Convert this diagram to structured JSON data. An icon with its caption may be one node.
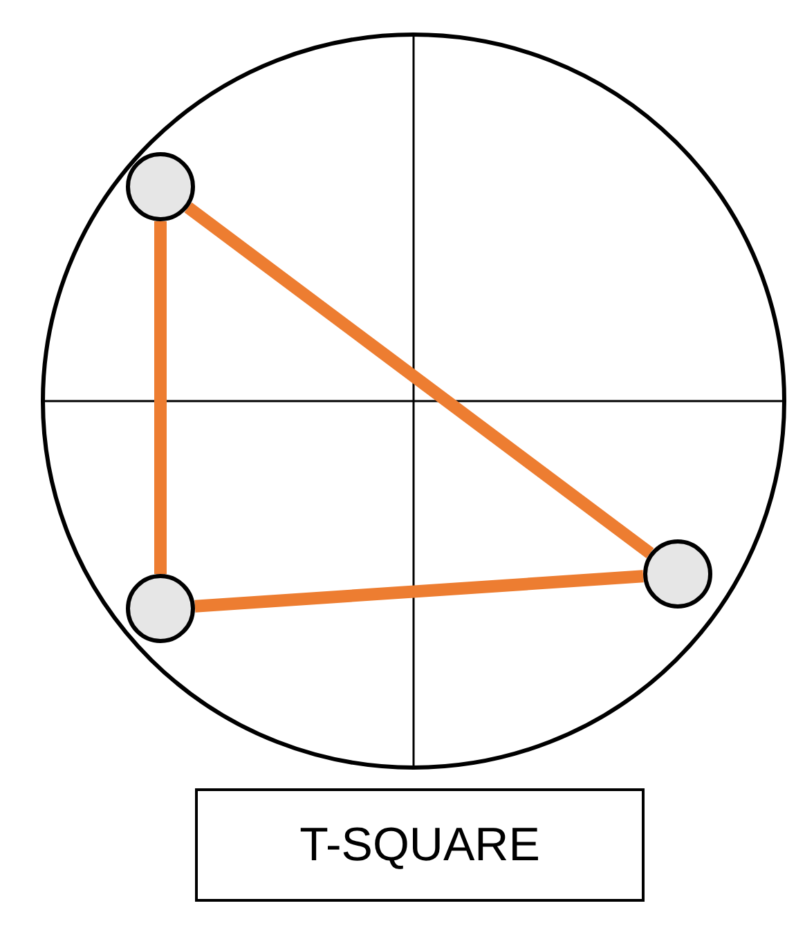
{
  "diagram": {
    "nodes": [
      {
        "text": [],
        "shape": "circle"
      },
      {
        "text": [],
        "shape": "circle"
      },
      {
        "text": [],
        "shape": "circle"
      },
      {
        "text": [
          "T-SQUARE"
        ]
      }
    ],
    "edges": [
      {
        "from": 0,
        "to": 2,
        "arrow": "none"
      },
      {
        "from": 0,
        "to": 1,
        "arrow": "none"
      },
      {
        "from": 1,
        "to": 2,
        "arrow": "none"
      }
    ]
  }
}
